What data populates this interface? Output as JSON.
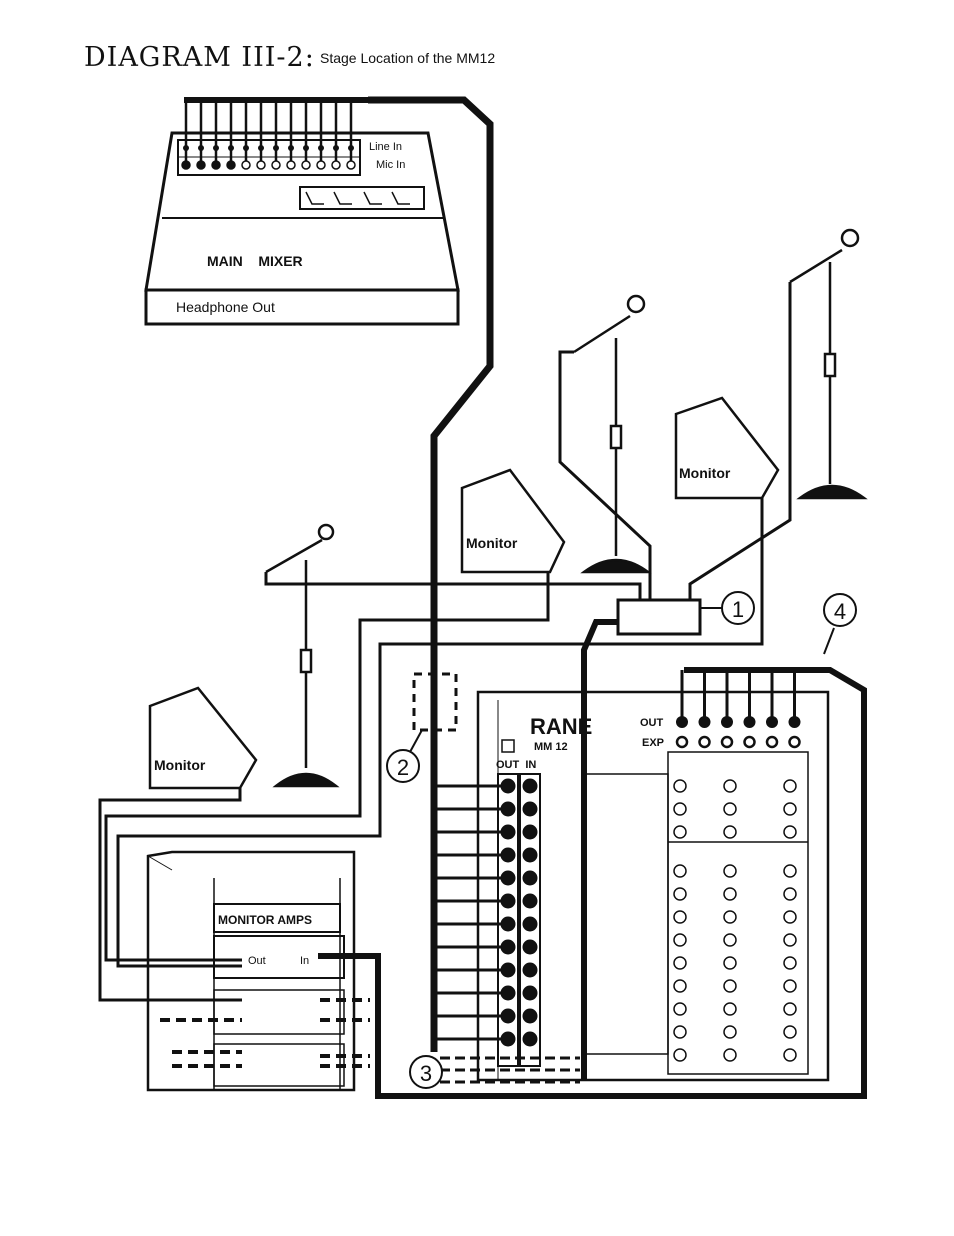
{
  "title": "DIAGRAM III-2:",
  "subtitle": "Stage Location of the MM12",
  "main_mixer": {
    "name": "MAIN    MIXER",
    "line_in": "Line In",
    "mic_in": "Mic In",
    "headphone_out": "Headphone Out"
  },
  "monitors": [
    "Monitor",
    "Monitor",
    "Monitor"
  ],
  "monitor_amps": {
    "title": "MONITOR  AMPS",
    "out_label": "Out",
    "in_label": "In"
  },
  "mm12": {
    "brand": "RANE",
    "model": "MM 12",
    "out_exp_out": "OUT",
    "out_exp_exp": "EXP",
    "out_in": "OUT  IN"
  },
  "callouts": [
    "1",
    "2",
    "3",
    "4"
  ]
}
